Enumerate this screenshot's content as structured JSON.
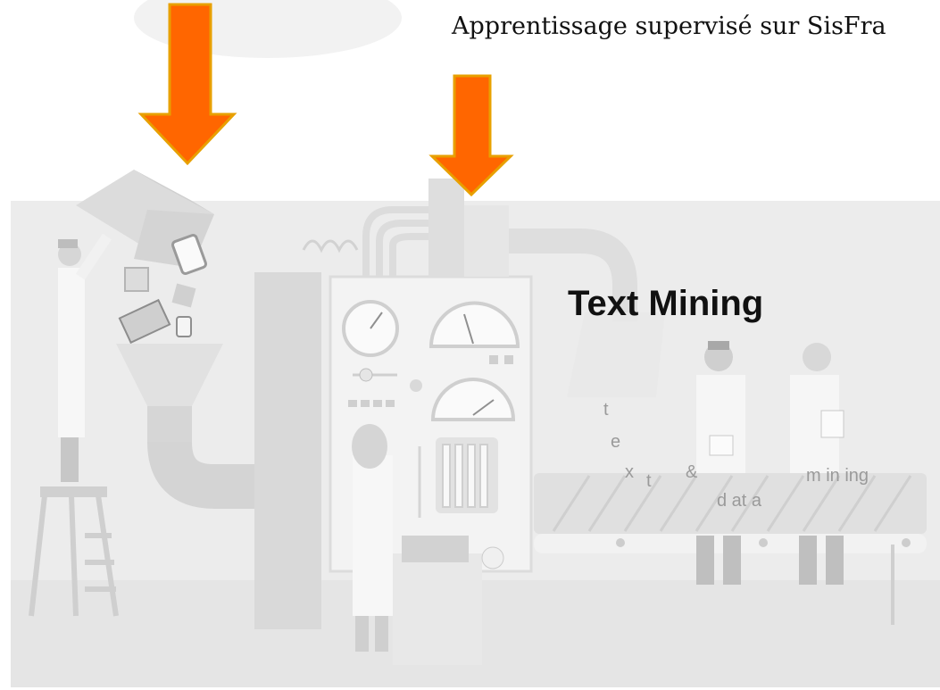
{
  "header": {
    "title": "Apprentissage supervisé sur SisFra"
  },
  "main": {
    "label": "Text Mining"
  },
  "belt_text": {
    "letters": [
      "t",
      "e",
      "x",
      "t"
    ],
    "ampersand": "&",
    "data": "d at a",
    "mining": "m in ing"
  },
  "colors": {
    "arrow": "#ff6600",
    "arrow_border": "#e8a000",
    "background": "#eeeeee"
  }
}
